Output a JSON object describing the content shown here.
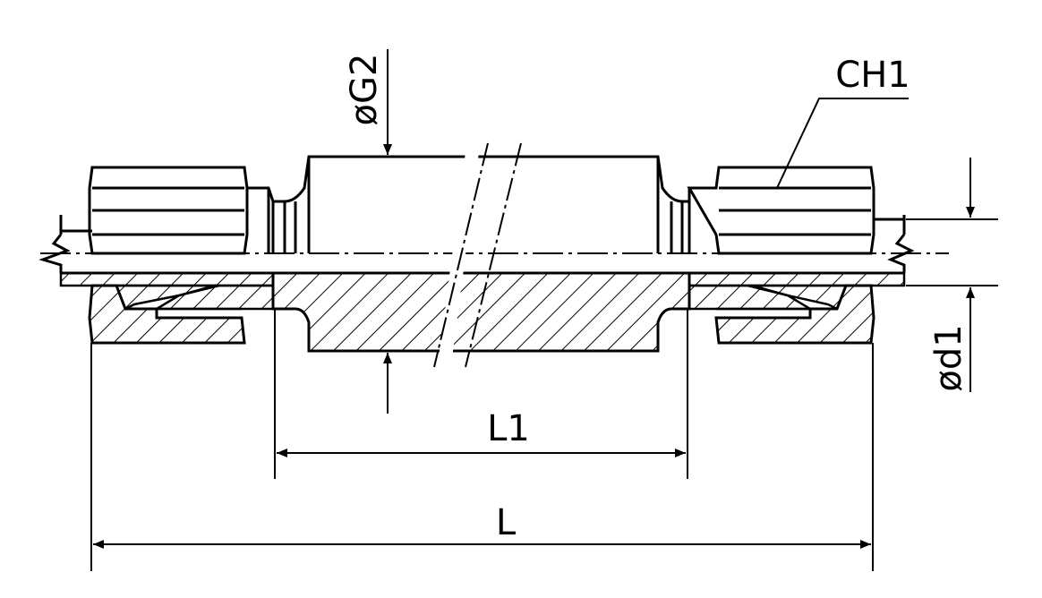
{
  "labels": {
    "dia_g2": "øG2",
    "ch1": "CH1",
    "dia_d1": "ød1",
    "l1": "L1",
    "l": "L"
  },
  "colors": {
    "line": "#000000",
    "background": "#ffffff"
  }
}
